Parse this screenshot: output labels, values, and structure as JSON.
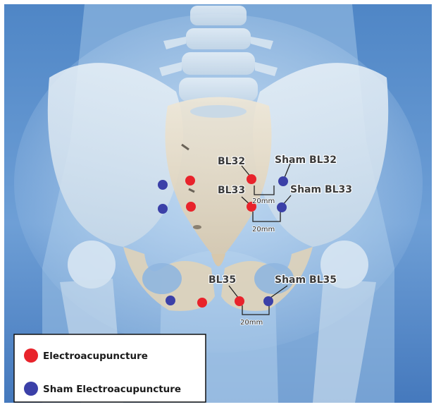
{
  "labels": {
    "bl32": "BL32",
    "sham_bl32": "Sham BL32",
    "bl33": "BL33",
    "sham_bl33": "Sham BL33",
    "bl35": "BL35",
    "sham_bl35": "Sham BL35"
  },
  "distances": {
    "upper": "20mm",
    "middle": "20mm",
    "lower": "20mm"
  },
  "legend": {
    "electro": "Electroacupuncture",
    "sham": "Sham Electroacupuncture"
  },
  "colors": {
    "electro": "#e8232b",
    "sham": "#3b40a8",
    "leader_line": "#222222",
    "frame": "#ffffff"
  }
}
